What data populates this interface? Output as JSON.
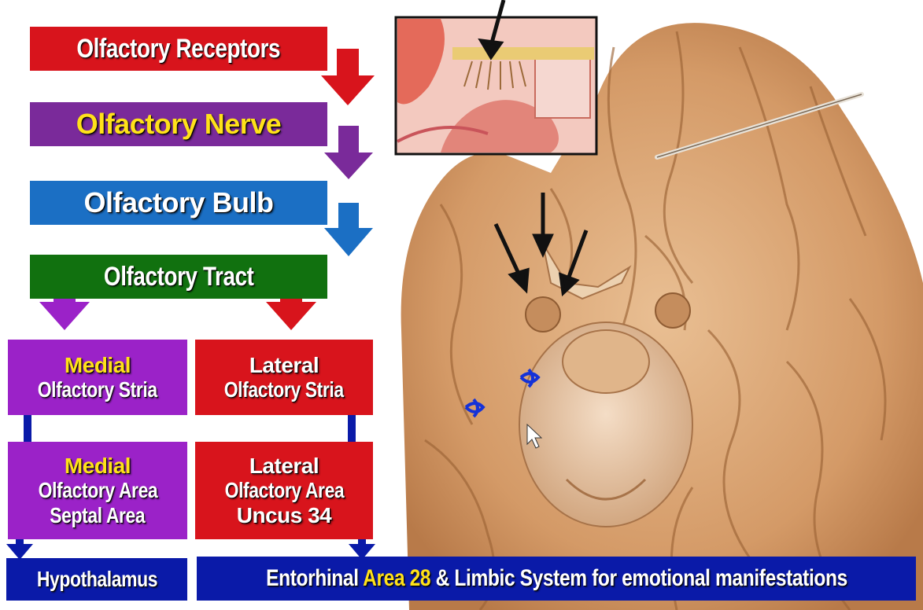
{
  "flow": {
    "receptors": "Olfactory Receptors",
    "nerve": "Olfactory Nerve",
    "bulb": "Olfactory Bulb",
    "tract": "Olfactory Tract",
    "medial_stria": {
      "line1": "Medial",
      "line2": "Olfactory Stria"
    },
    "lateral_stria": {
      "line1": "Lateral",
      "line2": "Olfactory Stria"
    },
    "medial_area": {
      "line1": "Medial",
      "line2": "Olfactory Area",
      "line3": "Septal Area"
    },
    "lateral_area": {
      "line1": "Lateral",
      "line2": "Olfactory Area",
      "line3": "Uncus 34"
    },
    "hypothalamus": "Hypothalamus",
    "entorhinal": {
      "part1": "Entorhinal",
      "part2": "Area 28",
      "part3": "& Limbic System for emotional manifestations"
    }
  },
  "colors": {
    "red": "#d8141c",
    "purple": "#7a2a9a",
    "blue": "#1b6fc4",
    "green": "#11710f",
    "bright_purple": "#9b22c8",
    "navy": "#0a1aa8",
    "brain": "#d9a677",
    "yellow": "#ffe11a"
  },
  "icons": [
    "down-arrow-icon",
    "pointer-arrow-icon",
    "swirl-icon",
    "cursor-icon"
  ]
}
